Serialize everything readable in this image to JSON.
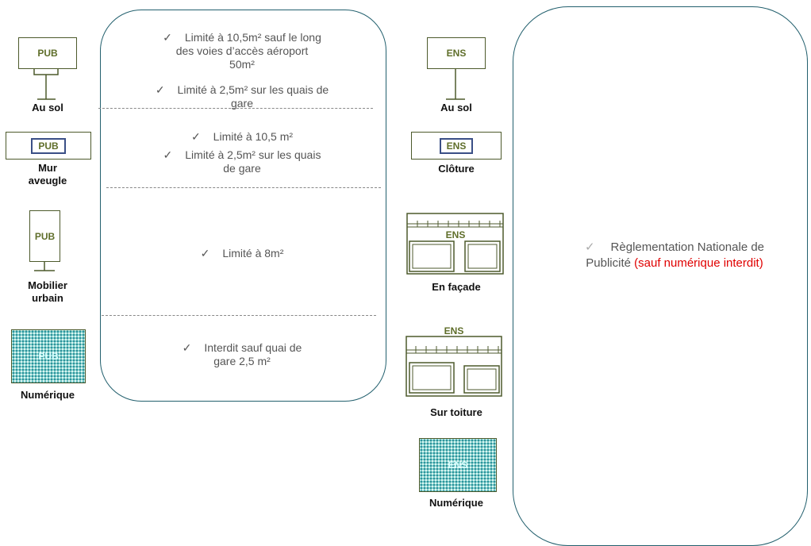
{
  "pub_column": {
    "sign_text": "PUB",
    "items": [
      {
        "label": "Au sol"
      },
      {
        "label_line1": "Mur",
        "label_line2": "aveugle"
      },
      {
        "label_line1": "Mobilier",
        "label_line2": "urbain"
      },
      {
        "label": "Numérique"
      }
    ]
  },
  "pub_rules": {
    "check": "✓",
    "au_sol_line1": "Limité à 10,5m² sauf le long",
    "au_sol_line2": "des voies d’accès aéroport",
    "au_sol_line3": "50m²",
    "au_sol_quais_line1": "Limité à 2,5m² sur les quais de",
    "au_sol_quais_line2": "gare",
    "mur_line1": "Limité à 10,5 m²",
    "mur_quais_line1": "Limité à 2,5m² sur les quais",
    "mur_quais_line2": "de gare",
    "mobilier": "Limité à 8m²",
    "numerique_line1": "Interdit sauf quai de",
    "numerique_line2": "gare 2,5 m²"
  },
  "ens_column": {
    "sign_text": "ENS",
    "items": [
      {
        "label": "Au sol"
      },
      {
        "label": "Clôture"
      },
      {
        "label": "En façade"
      },
      {
        "label": "Sur toiture"
      },
      {
        "label": "Numérique"
      }
    ]
  },
  "ens_rule": {
    "check": "✓",
    "line1": "Règlementation Nationale de",
    "line2_prefix": "Publicité ",
    "line2_highlight": "(sauf numérique interdit)"
  },
  "colors": {
    "panel_border": "#23606e",
    "sign_text": "#5f6e2a",
    "highlight": "#e00000",
    "digital_fill": "#7fd0cb"
  }
}
